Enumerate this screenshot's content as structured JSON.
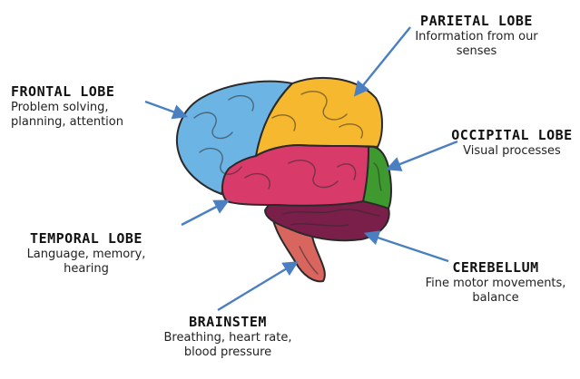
{
  "colors": {
    "frontal": "#6CB4E4",
    "parietal": "#F5B82E",
    "occipital": "#3E9A2E",
    "temporal": "#D83A6A",
    "cerebellum": "#7A1F4A",
    "brainstem": "#D9655F",
    "arrow": "#4A7FC1",
    "outline": "#2A2A2A"
  },
  "lobes": {
    "frontal": {
      "title": "FRONTAL LOBE",
      "desc": "Problem solving,\nplanning, attention"
    },
    "parietal": {
      "title": "PARIETAL LOBE",
      "desc": "Information from our\nsenses"
    },
    "occipital": {
      "title": "OCCIPITAL LOBE",
      "desc": "Visual processes"
    },
    "temporal": {
      "title": "TEMPORAL LOBE",
      "desc": "Language, memory,\nhearing"
    },
    "cerebellum": {
      "title": "CEREBELLUM",
      "desc": "Fine motor movements,\nbalance"
    },
    "brainstem": {
      "title": "BRAINSTEM",
      "desc": "Breathing, heart rate,\nblood pressure"
    }
  }
}
